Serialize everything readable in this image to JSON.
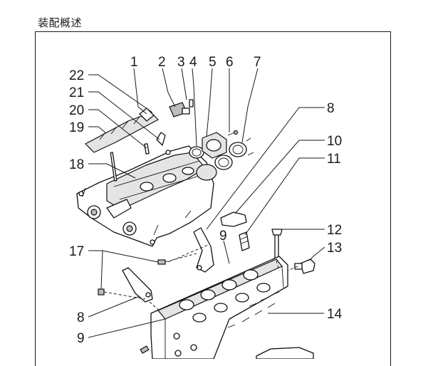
{
  "page": {
    "title": "装配概述"
  },
  "callouts": [
    {
      "id": "c1",
      "label": "1"
    },
    {
      "id": "c2",
      "label": "2"
    },
    {
      "id": "c3",
      "label": "3"
    },
    {
      "id": "c4",
      "label": "4"
    },
    {
      "id": "c5",
      "label": "5"
    },
    {
      "id": "c6",
      "label": "6"
    },
    {
      "id": "c7",
      "label": "7"
    },
    {
      "id": "c8",
      "label": "8"
    },
    {
      "id": "c9",
      "label": "9"
    },
    {
      "id": "c10",
      "label": "10"
    },
    {
      "id": "c11",
      "label": "11"
    },
    {
      "id": "c12",
      "label": "12"
    },
    {
      "id": "c13",
      "label": "13"
    },
    {
      "id": "c14",
      "label": "14"
    },
    {
      "id": "c17",
      "label": "17"
    },
    {
      "id": "c18",
      "label": "18"
    },
    {
      "id": "c19",
      "label": "19"
    },
    {
      "id": "c20",
      "label": "20"
    },
    {
      "id": "c21",
      "label": "21"
    },
    {
      "id": "c22",
      "label": "22"
    },
    {
      "id": "c8b",
      "label": "8"
    },
    {
      "id": "c9b",
      "label": "9"
    }
  ]
}
